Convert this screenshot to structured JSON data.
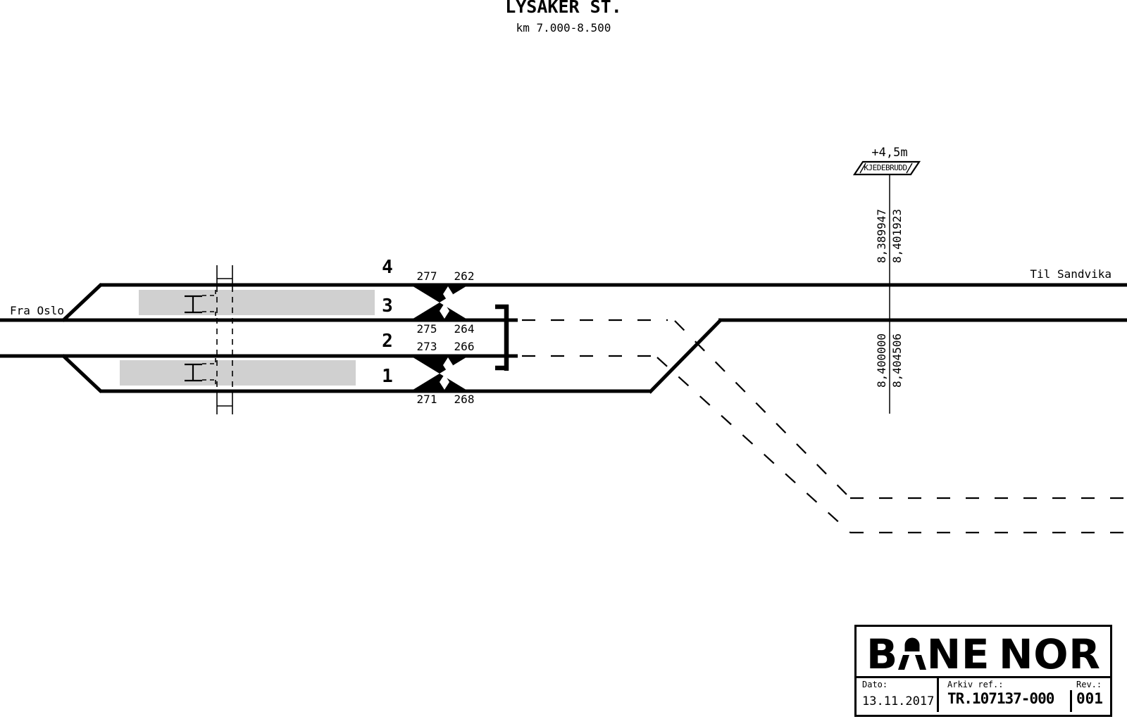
{
  "drawing": {
    "station_title": "LYSAKER ST.",
    "km_range": "km 7.000-8.500",
    "direction_left": "Fra Oslo",
    "direction_right": "Til Sandvika",
    "track_numbers": {
      "track4": "4",
      "track3": "3",
      "track2": "2",
      "track1": "1"
    },
    "signal_numbers": {
      "s277": "277",
      "s262": "262",
      "s275": "275",
      "s264": "264",
      "s273": "273",
      "s266": "266",
      "s271": "271",
      "s268": "268"
    },
    "chain_break": {
      "offset": "+4,5m",
      "label": "KJEDEBRUDD",
      "km_upper_left": "8,389947",
      "km_upper_right": "8,401923",
      "km_lower_left": "8,400000",
      "km_lower_right": "8,404506"
    }
  },
  "title_block": {
    "logo": {
      "full": "BANE NOR",
      "l_b": "B",
      "l_n1": "N",
      "l_e": "E",
      "l_n2": "N",
      "l_o": "O",
      "l_r": "R"
    },
    "date_label": "Dato:",
    "date_value": "13.11.2017",
    "archive_label": "Arkiv ref.:",
    "archive_value": "TR.107137-000",
    "rev_label": "Rev.:",
    "rev_value": "001"
  },
  "colors": {
    "line": "#000000",
    "platform": "#d0d0d0",
    "background": "#ffffff"
  }
}
